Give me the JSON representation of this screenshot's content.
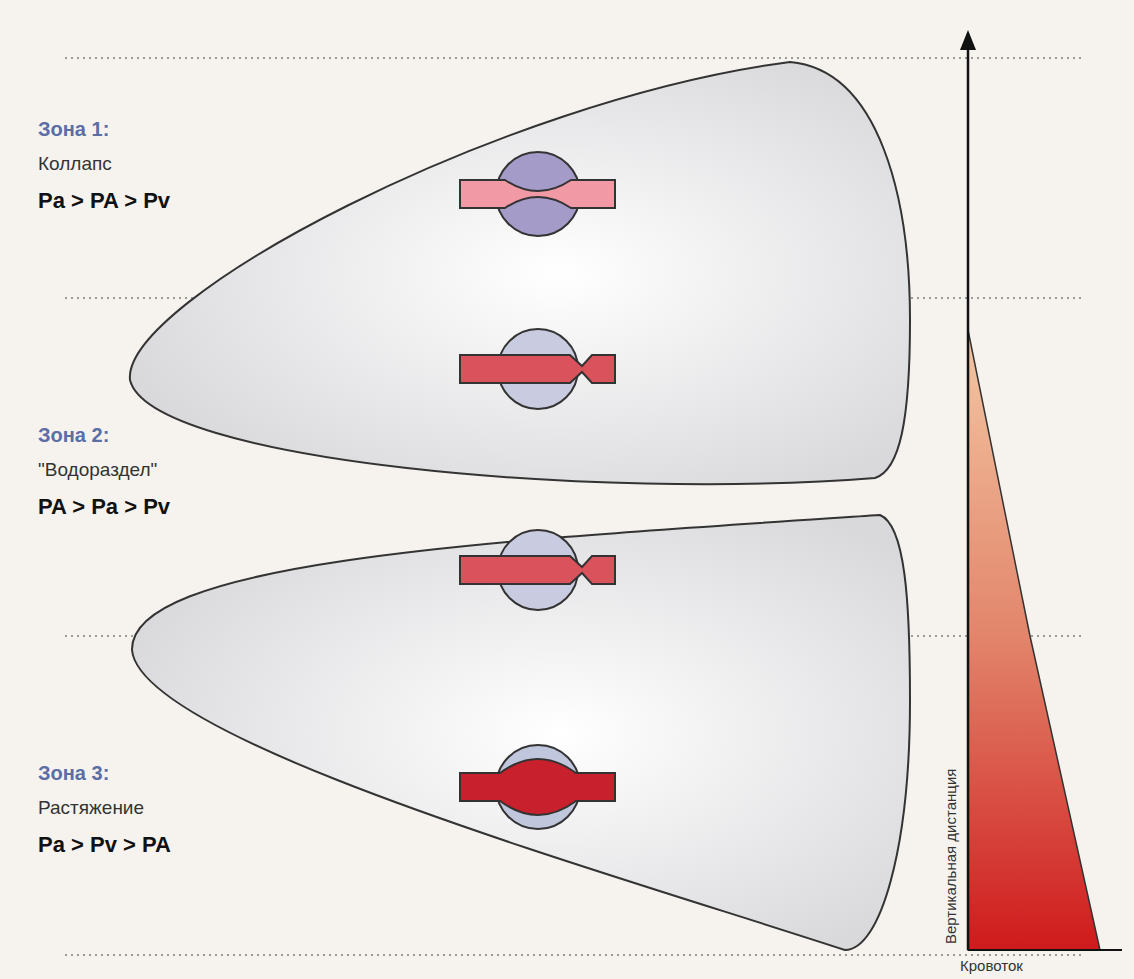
{
  "diagram": {
    "labels": [
      "Зона 1:",
      "Коллапс",
      "Pa > PA > Pv",
      "Зона 2:",
      "\"Водораздел\"",
      "PA > Pa > Pv",
      "Зона 3:",
      "Растяжение",
      "Pa > Pv > PA",
      "Вертикальная дистанция",
      "Кровоток"
    ]
  }
}
